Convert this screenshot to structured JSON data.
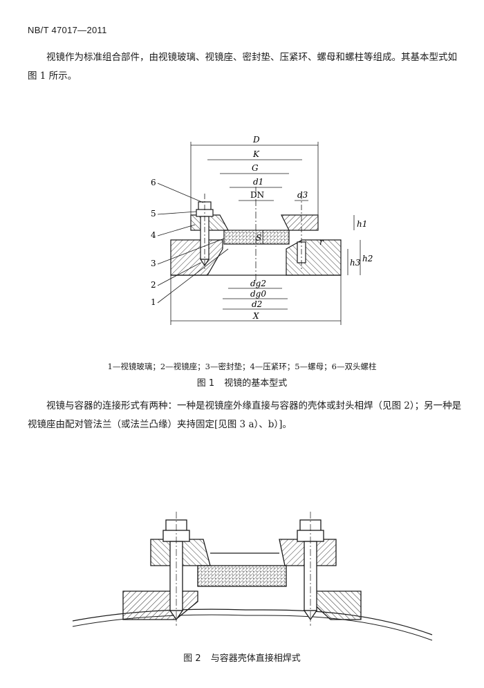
{
  "header": {
    "standard": "NB/T 47017—2011"
  },
  "intro": "视镜作为标准组合部件，由视镜玻璃、视镜座、密封垫、压紧环、螺母和螺柱等组成。其基本型式如图 1 所示。",
  "figure1": {
    "dimensions": {
      "D": "D",
      "K": "K",
      "G": "G",
      "d1": "d1",
      "DN": "DN",
      "d3": "d3",
      "h1": "h1",
      "h2": "h2",
      "h3": "h3",
      "S": "S",
      "r": "r",
      "dg2": "dg2",
      "dg0": "dg0",
      "d2": "d2",
      "X": "X"
    },
    "part_numbers": [
      "6",
      "5",
      "4",
      "3",
      "2",
      "1"
    ],
    "legend": "1—视镜玻璃；2—视镜座；3—密封垫；4—压紧环；5—螺母；6—双头螺柱",
    "caption_number": "图 1",
    "caption_text": "视镜的基本型式"
  },
  "para2": "视镜与容器的连接形式有两种：一种是视镜座外缘直接与容器的壳体或封头相焊（见图 2）；另一种是视镜座由配对管法兰（或法兰凸缘）夹持固定[见图 3 a）、b）]。",
  "figure2": {
    "caption_number": "图 2",
    "caption_text": "与容器壳体直接相焊式"
  }
}
